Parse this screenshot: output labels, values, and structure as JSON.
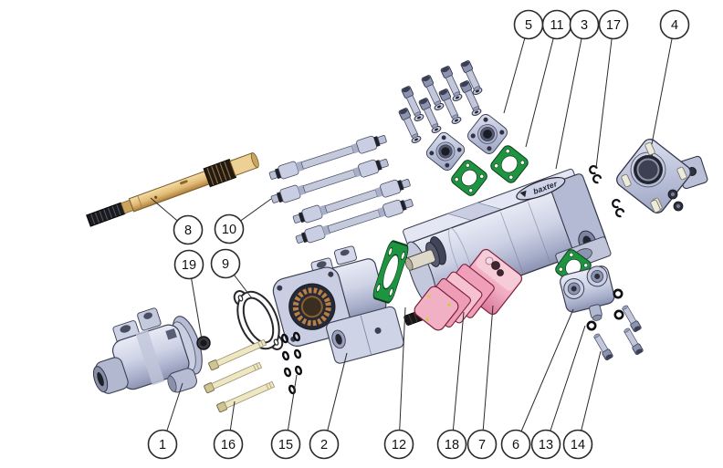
{
  "diagram": {
    "kind": "exploded-parts-diagram",
    "background": "#ffffff",
    "brand_badge": "baxter",
    "accent_colors": {
      "casting_gray": "#c6cbe0",
      "gasket_green": "#1f9440",
      "pump_pink": "#f2afc5",
      "shaft_tan": "#e2bb75",
      "stud_yellow": "#eee7c4"
    },
    "callouts": [
      {
        "label": "5"
      },
      {
        "label": "11"
      },
      {
        "label": "3"
      },
      {
        "label": "17"
      },
      {
        "label": "4"
      },
      {
        "label": "8"
      },
      {
        "label": "10"
      },
      {
        "label": "19"
      },
      {
        "label": "9"
      },
      {
        "label": "1"
      },
      {
        "label": "16"
      },
      {
        "label": "15"
      },
      {
        "label": "2"
      },
      {
        "label": "12"
      },
      {
        "label": "18"
      },
      {
        "label": "7"
      },
      {
        "label": "6"
      },
      {
        "label": "13"
      },
      {
        "label": "14"
      }
    ]
  }
}
